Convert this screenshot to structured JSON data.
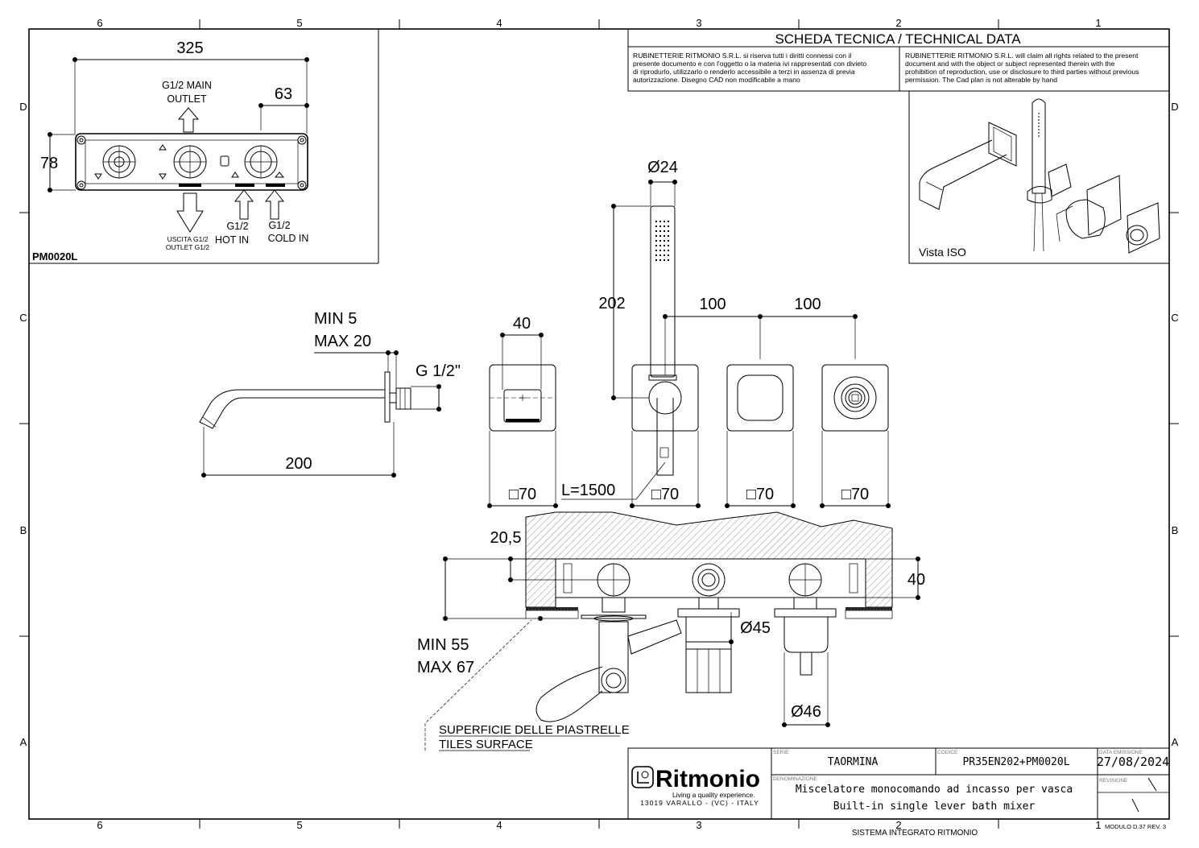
{
  "frame": {
    "column_markers": [
      "6",
      "5",
      "4",
      "3",
      "2",
      "1"
    ],
    "row_markers": [
      "D",
      "C",
      "B",
      "A"
    ]
  },
  "header": {
    "title": "SCHEDA TECNICA / TECHNICAL DATA",
    "notice_it": [
      "RUBINETTERIE RITMONIO S.R.L. si riserva tutti i diritti connessi con il",
      "presente documento e con l'oggetto o la materia ivi rappresentati con divieto",
      "di riprodurlo, utilizzarlo o renderlo accessibile a terzi in assenza di previa",
      "autorizzazione. Disegno CAD non modificabile a mano"
    ],
    "notice_en": [
      "RUBINETTERIE RITMONIO S.R.L. will claim all rights related to the present",
      "document and with the object or subject represented therein with the",
      "prohibition  of reproduction, use or disclosure to third parties without previous",
      "permission.  The Cad plan is not alterable by hand"
    ]
  },
  "iso_view": {
    "label": "Vista ISO"
  },
  "box_view": {
    "code": "PM0020L",
    "dim_width": "325",
    "dim_height": "78",
    "dim_right": "63",
    "main_outlet": [
      "G1/2  MAIN",
      "OUTLET"
    ],
    "uscita": [
      "USCITA G1/2",
      "OUTLET G1/2"
    ],
    "hot_in": [
      "G1/2",
      "HOT IN"
    ],
    "cold_in": [
      "G1/2",
      "COLD IN"
    ]
  },
  "spout_view": {
    "min_max": [
      "MIN 5",
      "MAX 20"
    ],
    "thread": "G 1/2\"",
    "length": "200"
  },
  "front_view": {
    "dim_40": "40",
    "dim_d24": "Ø24",
    "dim_202": "202",
    "dim_100a": "100",
    "dim_100b": "100",
    "plate_labels": [
      "□70",
      "□70",
      "□70",
      "□70"
    ],
    "hose": "L=1500"
  },
  "section_view": {
    "dim_205": "20,5",
    "dim_40": "40",
    "dim_d45": "Ø45",
    "dim_d46": "Ø46",
    "min_max": [
      "MIN 55",
      "MAX 67"
    ],
    "tiles": [
      "SUPERFICIE DELLE PIASTRELLE",
      "TILES SURFACE"
    ]
  },
  "title_block": {
    "brand": "Ritmonio",
    "tagline": "Living a quality experience.",
    "address": "13019 VARALLO - (VC) - ITALY",
    "serie_label": "SERIE",
    "serie": "TAORMINA",
    "codice_label": "CODICE",
    "codice": "PR35EN202+PM0020L",
    "data_label": "DATA EMISSIONE",
    "data": "27/08/2024",
    "denominazione_label": "DENOMINAZIONE",
    "desc_it": "Miscelatore monocomando ad incasso per vasca",
    "desc_en": "Built-in single lever bath mixer",
    "revisione_label": "REVISIONE",
    "footer_center": "SISTEMA INTEGRATO RITMONIO",
    "footer_right": "MODULO D.37 REV. 3"
  }
}
